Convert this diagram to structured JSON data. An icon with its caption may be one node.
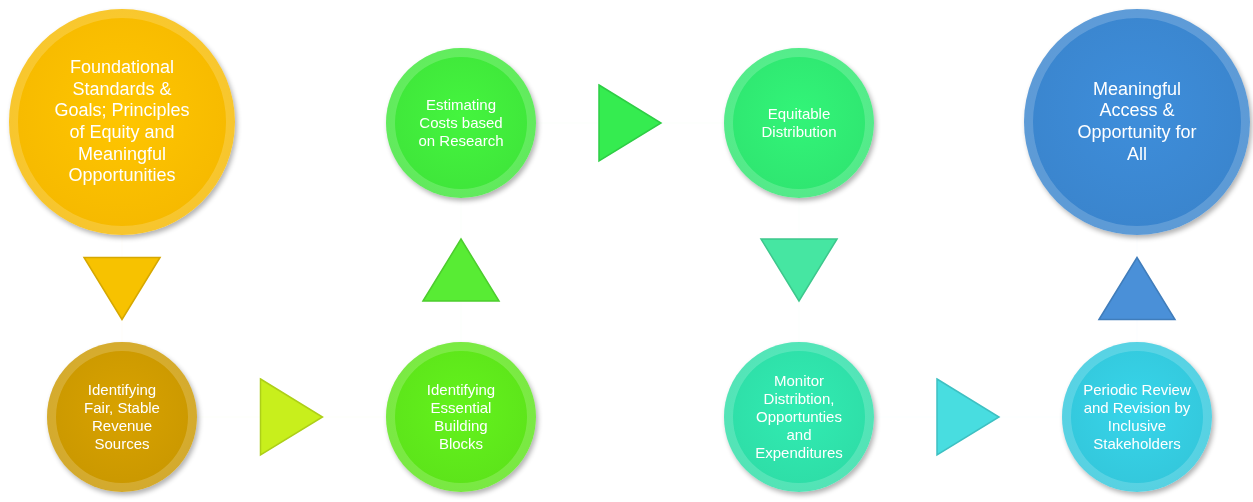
{
  "diagram": {
    "nodes": [
      {
        "text": [
          "Foundational Standards & Goals; Principles of Equity and Meaningful Opportunities"
        ]
      },
      {
        "text": [
          "Identifying Fair, Stable Revenue Sources"
        ]
      },
      {
        "text": [
          "Identifying Essential Building Blocks"
        ]
      },
      {
        "text": [
          "Estimating Costs based on Research"
        ]
      },
      {
        "text": [
          "Equitable Distribution"
        ]
      },
      {
        "text": [
          "Monitor Distribtion, Opportunties and Expenditures"
        ]
      },
      {
        "text": [
          "Periodic Review and Revision by Inclusive Stakeholders"
        ]
      },
      {
        "text": [
          "Meaningful Access & Opportunity for All"
        ]
      }
    ],
    "edges": [
      {
        "from": 0,
        "to": 1,
        "arrow": "to",
        "color": "#f7c200"
      },
      {
        "from": 1,
        "to": 2,
        "arrow": "to",
        "color": "#c8ef1c"
      },
      {
        "from": 2,
        "to": 3,
        "arrow": "to",
        "color": "#58ec34"
      },
      {
        "from": 3,
        "to": 4,
        "arrow": "to",
        "color": "#35ec50"
      },
      {
        "from": 4,
        "to": 5,
        "arrow": "to",
        "color": "#46e6a2"
      },
      {
        "from": 5,
        "to": 6,
        "arrow": "to",
        "color": "#48dde0"
      },
      {
        "from": 6,
        "to": 7,
        "arrow": "to",
        "color": "#4a90d8"
      }
    ]
  }
}
